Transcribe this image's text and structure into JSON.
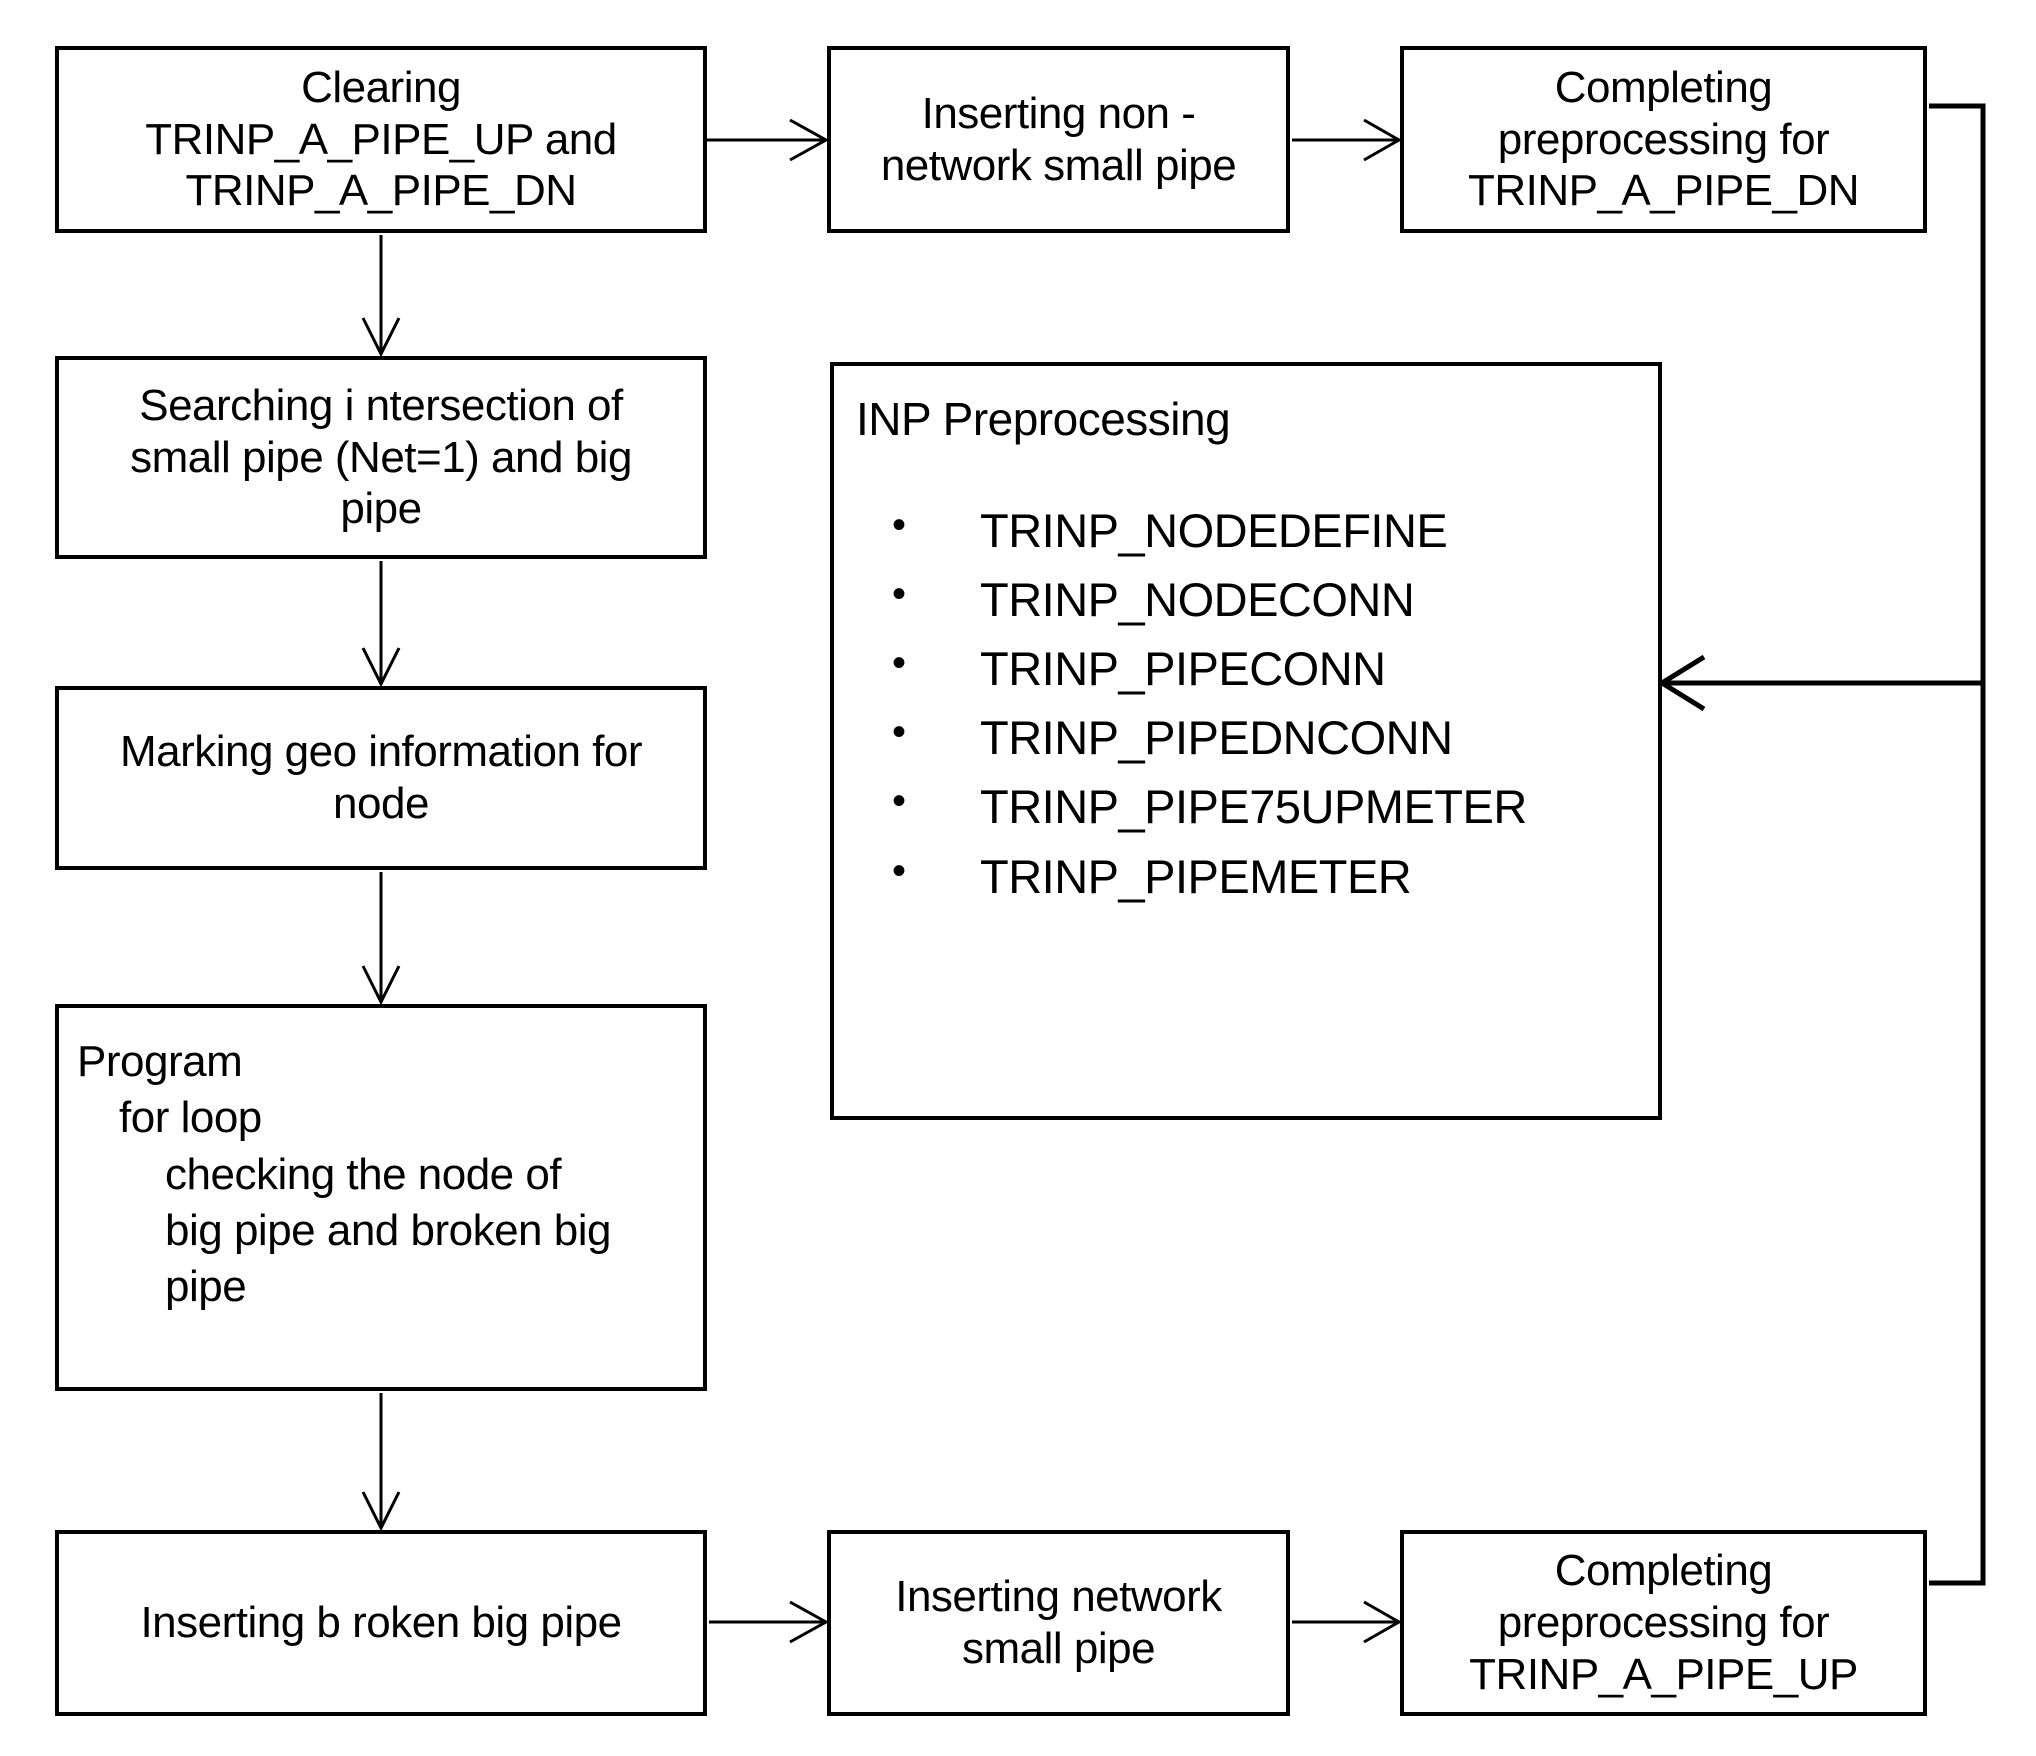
{
  "diagram": {
    "title": "INP preprocessing flowchart",
    "stroke_color": "#000000",
    "background_color": "#ffffff"
  },
  "nodes": {
    "clearing": {
      "lines": [
        "Clearing",
        "TRINP_A_PIPE_UP and",
        "TRINP_A_PIPE_DN"
      ]
    },
    "insert_non_network": {
      "lines": [
        "Inserting non -",
        "network small pipe"
      ]
    },
    "completing_dn": {
      "lines": [
        "Completing",
        "preprocessing for",
        "TRINP_A_PIPE_DN"
      ]
    },
    "searching": {
      "lines": [
        "Searching i ntersection  of",
        "small pipe (Net=1) and big",
        "pipe"
      ]
    },
    "marking": {
      "lines": [
        "Marking geo information for",
        "node"
      ]
    },
    "program": {
      "lines": [
        "Program",
        "for loop",
        "checking the node of",
        "big pipe and broken big",
        "pipe"
      ]
    },
    "insert_broken": {
      "lines": [
        "Inserting b roken big pipe"
      ]
    },
    "insert_network": {
      "lines": [
        "Inserting network",
        "small pipe"
      ]
    },
    "completing_up": {
      "lines": [
        "Completing",
        "preprocessing for",
        "TRINP_A_PIPE_UP"
      ]
    },
    "inp_preprocessing": {
      "title": "INP Preprocessing",
      "items": [
        "TRINP_NODEDEFINE",
        "TRINP_NODECONN",
        "TRINP_PIPECONN",
        "TRINP_PIPEDNCONN",
        "TRINP_PIPE75UPMETER",
        "TRINP_PIPEMETER"
      ]
    }
  },
  "edges": [
    {
      "from": "clearing",
      "to": "insert_non_network",
      "direction": "right"
    },
    {
      "from": "insert_non_network",
      "to": "completing_dn",
      "direction": "right"
    },
    {
      "from": "clearing",
      "to": "searching",
      "direction": "down"
    },
    {
      "from": "searching",
      "to": "marking",
      "direction": "down"
    },
    {
      "from": "marking",
      "to": "program",
      "direction": "down"
    },
    {
      "from": "program",
      "to": "insert_broken",
      "direction": "down"
    },
    {
      "from": "insert_broken",
      "to": "insert_network",
      "direction": "right"
    },
    {
      "from": "insert_network",
      "to": "completing_up",
      "direction": "right"
    },
    {
      "from": "completing_dn",
      "to": "inp_preprocessing",
      "direction": "left-elbow"
    },
    {
      "from": "completing_dn",
      "to": "completing_up",
      "direction": "down-elbow"
    }
  ]
}
